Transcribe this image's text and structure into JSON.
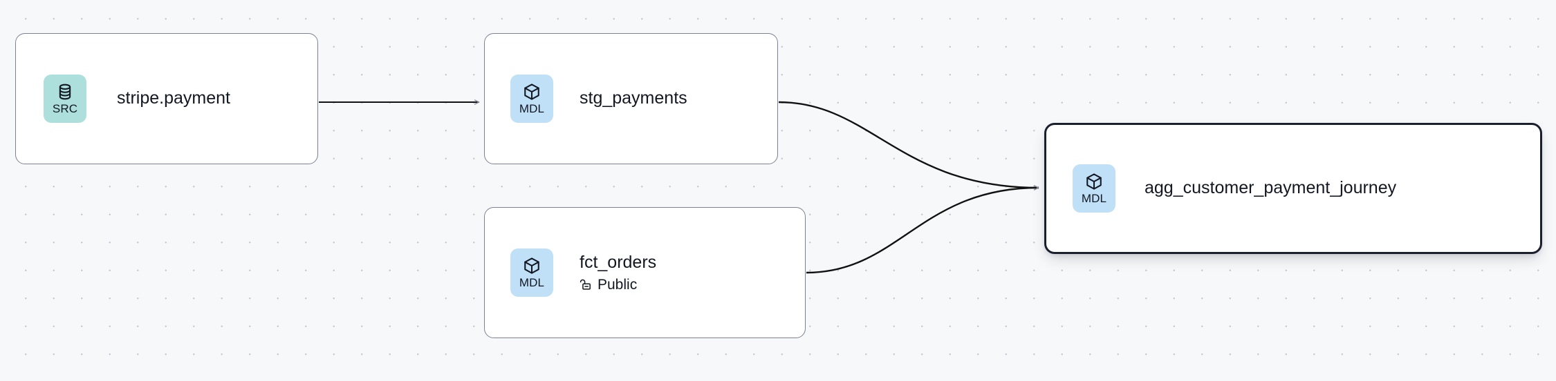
{
  "graph": {
    "background_color": "#f7f8fa",
    "grid": {
      "visible": true,
      "dot_color": "#c6c9d4",
      "spacing": 40.5
    },
    "nodes": [
      {
        "id": "stripe-payment",
        "title": "stripe.payment",
        "badge_label": "SRC",
        "badge_icon": "database-icon",
        "badge_color": "#ade0dd",
        "selected": false
      },
      {
        "id": "stg-payments",
        "title": "stg_payments",
        "badge_label": "MDL",
        "badge_icon": "cube-icon",
        "badge_color": "#bfe0f7",
        "selected": false
      },
      {
        "id": "fct-orders",
        "title": "fct_orders",
        "badge_label": "MDL",
        "badge_icon": "cube-icon",
        "badge_color": "#bfe0f7",
        "visibility_label": "Public",
        "visibility_icon": "unlock-icon",
        "selected": false
      },
      {
        "id": "agg-customer-payment-journey",
        "title": "agg_customer_payment_journey",
        "badge_label": "MDL",
        "badge_icon": "cube-icon",
        "badge_color": "#bfe0f7",
        "selected": true
      }
    ],
    "edges": [
      {
        "id": "edge-stripe-to-stg",
        "from": "stripe-payment",
        "to": "stg-payments",
        "style": "straight",
        "color": "#111111"
      },
      {
        "id": "edge-stg-to-agg",
        "from": "stg-payments",
        "to": "agg-customer-payment-journey",
        "style": "bezier",
        "color": "#111111"
      },
      {
        "id": "edge-fct-to-agg",
        "from": "fct-orders",
        "to": "agg-customer-payment-journey",
        "style": "bezier",
        "color": "#111111"
      }
    ]
  }
}
